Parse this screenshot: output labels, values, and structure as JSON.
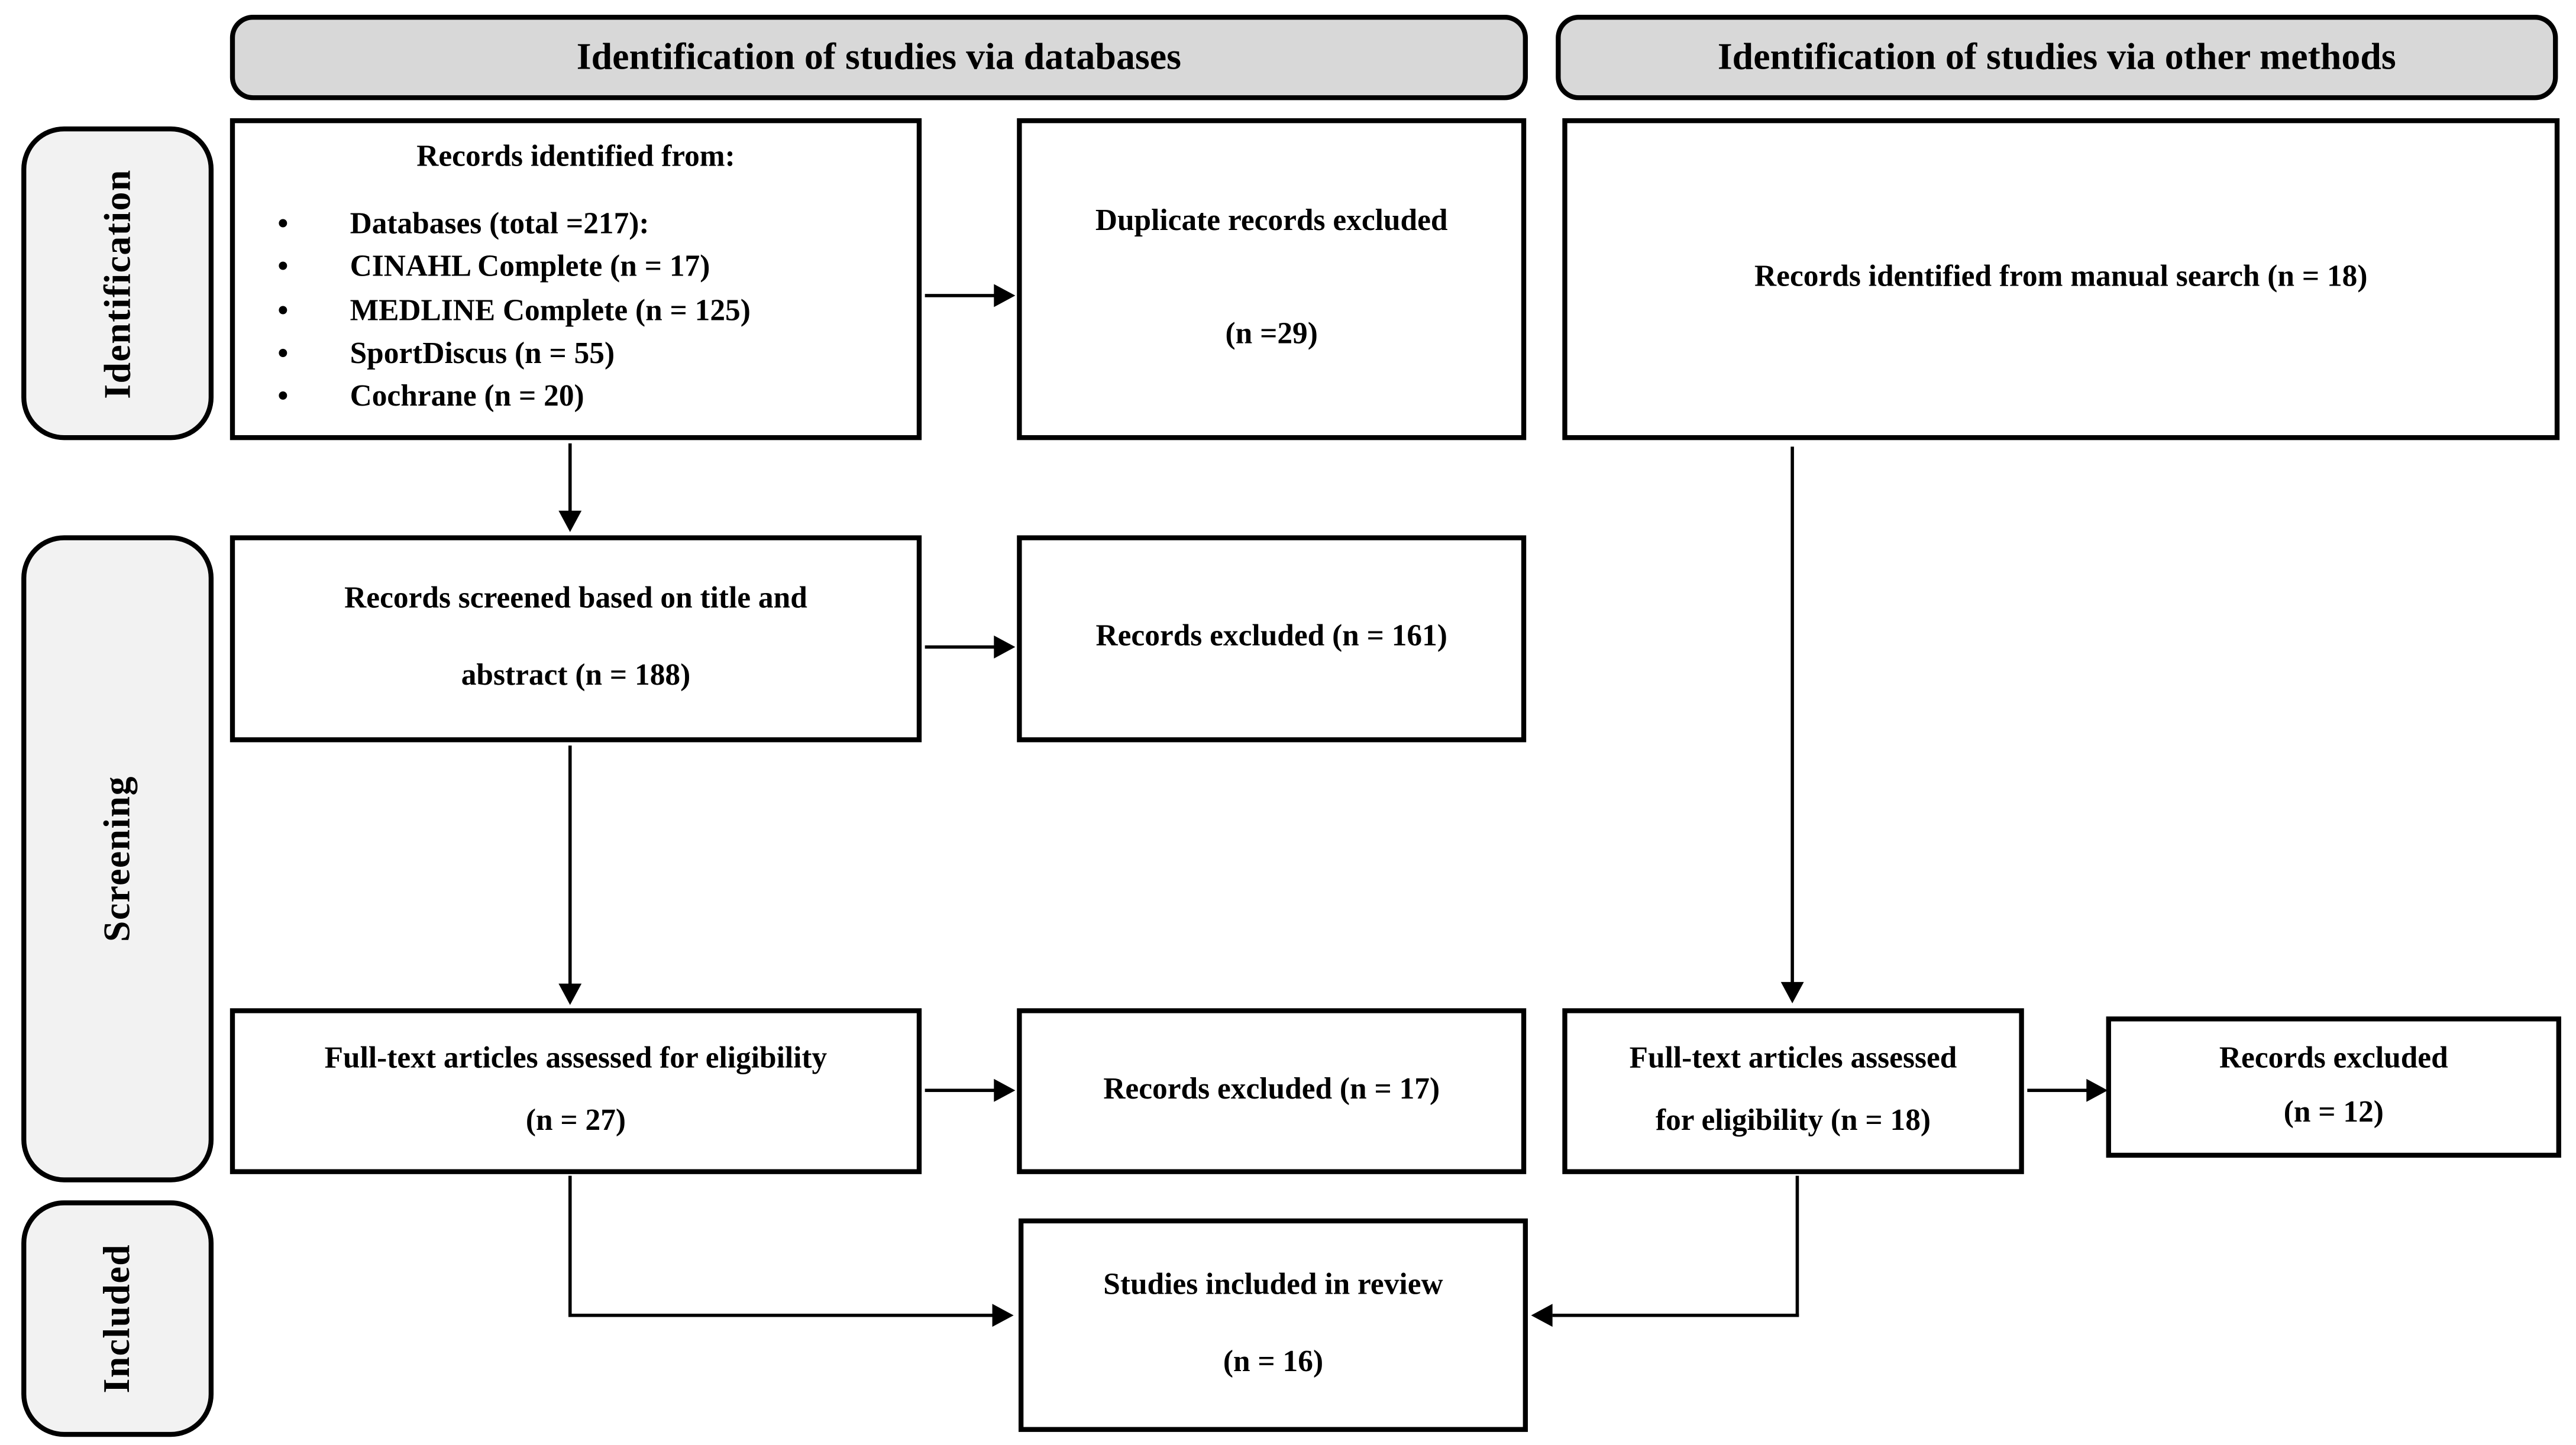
{
  "headers": {
    "databases": "Identification of studies via databases",
    "other_methods": "Identification of studies via other methods"
  },
  "stage_labels": {
    "identification": "Identification",
    "screening": "Screening",
    "included": "Included"
  },
  "boxes": {
    "records_identified": {
      "heading": "Records identified from:",
      "bullets": [
        "Databases (total =217):",
        "CINAHL Complete (n = 17)",
        "MEDLINE Complete (n = 125)",
        "SportDiscus (n = 55)",
        "Cochrane (n = 20)"
      ]
    },
    "duplicates_excluded": {
      "lines": [
        "Duplicate records excluded",
        "(n =29)"
      ]
    },
    "manual_search": {
      "lines": [
        "Records identified from manual search (n = 18)"
      ]
    },
    "records_screened": {
      "lines": [
        "Records screened based on title and",
        "abstract (n = 188)"
      ]
    },
    "records_excluded_screening": {
      "lines": [
        "Records excluded (n = 161)"
      ]
    },
    "fulltext_databases": {
      "lines": [
        "Full-text articles assessed for eligibility",
        "(n = 27)"
      ]
    },
    "records_excluded_fulltext": {
      "lines": [
        "Records excluded (n = 17)"
      ]
    },
    "fulltext_other": {
      "lines": [
        "Full-text articles assessed",
        "for eligibility (n = 18)"
      ]
    },
    "records_excluded_other": {
      "lines": [
        "Records excluded",
        "(n = 12)"
      ]
    },
    "studies_included": {
      "lines": [
        "Studies included in review",
        "(n = 16)"
      ]
    }
  },
  "colors": {
    "header_fill": "#d8d8d8",
    "stage_label_fill": "#f2f2f2",
    "border": "#000000",
    "background": "#ffffff",
    "text": "#000000"
  }
}
